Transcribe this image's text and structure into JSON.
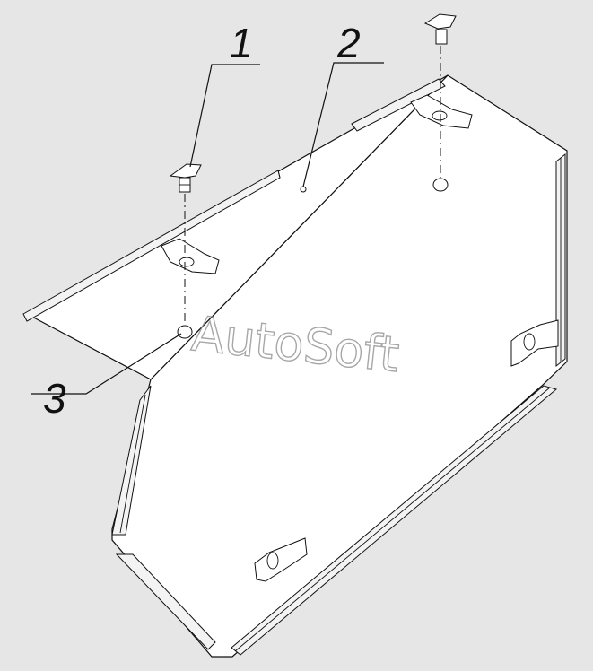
{
  "callouts": [
    {
      "label": "1"
    },
    {
      "label": "2"
    },
    {
      "label": "3"
    }
  ],
  "watermark": "AutoSoft"
}
